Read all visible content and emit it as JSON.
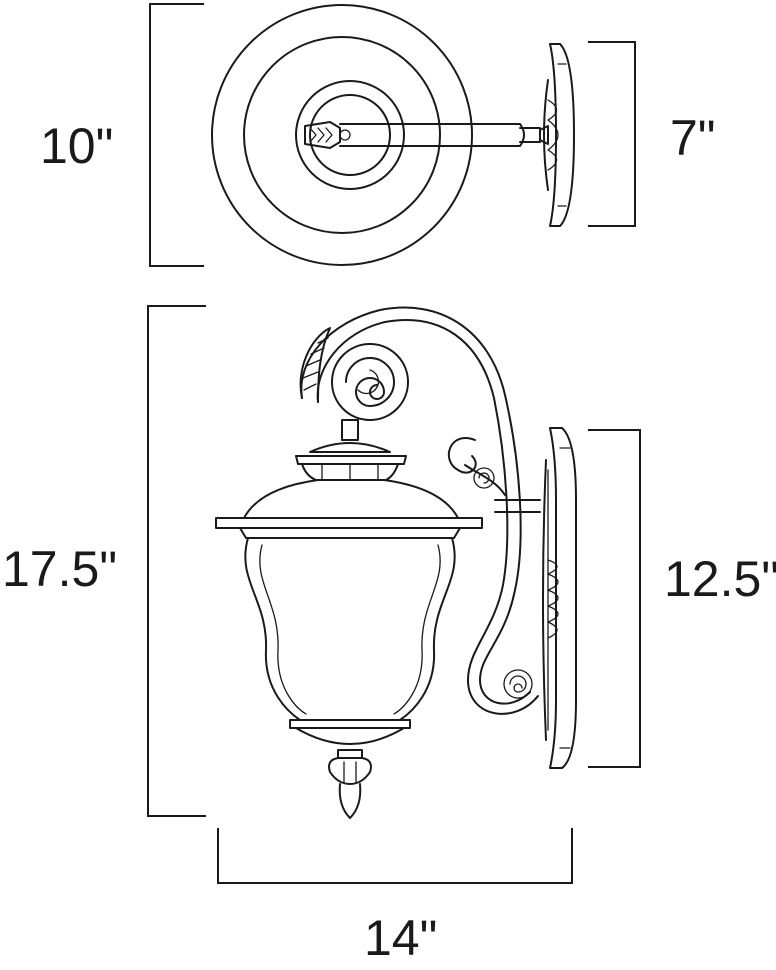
{
  "dimensions": {
    "top_height": "10\"",
    "top_depth": "7\"",
    "overall_height": "17.5\"",
    "backplate_height": "12.5\"",
    "overall_width": "14\""
  },
  "colors": {
    "line": "#1a1a1a",
    "background": "#ffffff"
  }
}
